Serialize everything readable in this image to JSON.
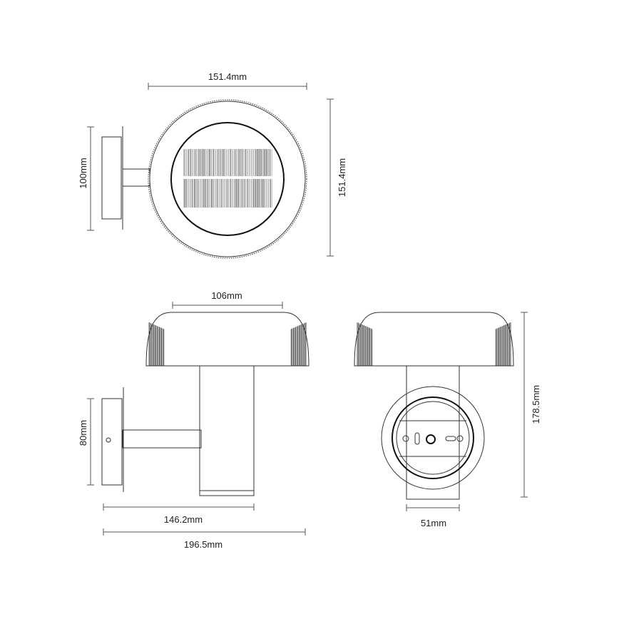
{
  "dimensions": {
    "top_width": "151.4mm",
    "top_height": "151.4mm",
    "top_plate_height": "100mm",
    "shade_top_width": "106mm",
    "side_plate_height": "80mm",
    "side_arm_depth": "146.2mm",
    "side_total_depth": "196.5mm",
    "front_total_height": "178.5mm",
    "front_column_width": "51mm"
  },
  "colors": {
    "line": "#333333",
    "background": "#ffffff"
  }
}
